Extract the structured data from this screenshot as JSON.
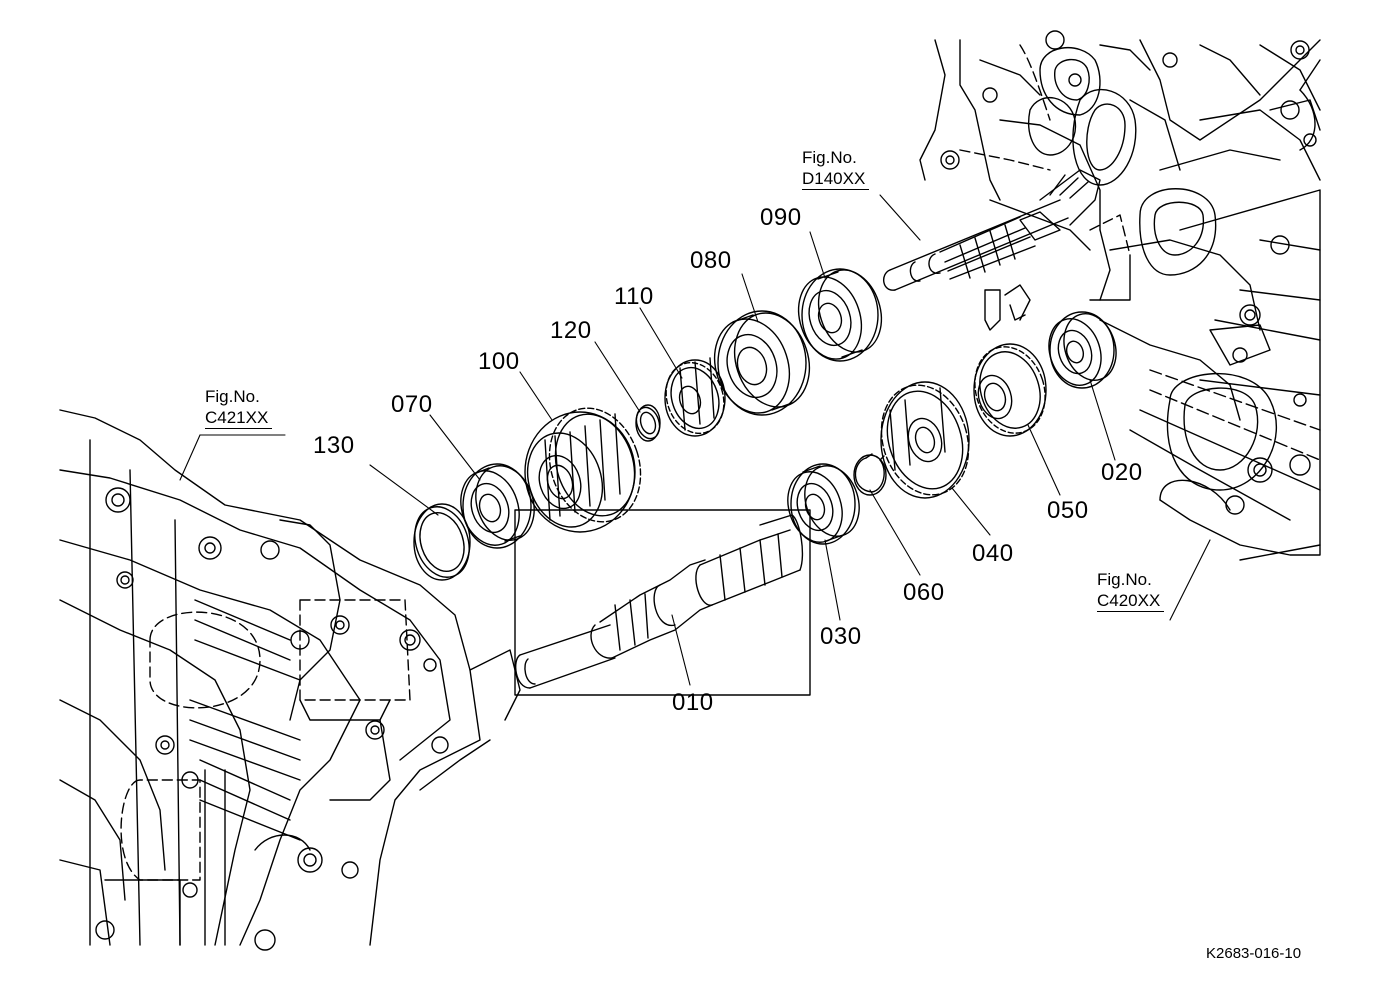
{
  "diagram": {
    "document_id": "K2683-016-10",
    "fig_refs": [
      {
        "id": "c421",
        "title": "Fig.No.",
        "code": "C421XX"
      },
      {
        "id": "d140",
        "title": "Fig.No.",
        "code": "D140XX"
      },
      {
        "id": "c420",
        "title": "Fig.No.",
        "code": "C420XX"
      }
    ],
    "parts": [
      {
        "id": "p010",
        "label": "010"
      },
      {
        "id": "p020",
        "label": "020"
      },
      {
        "id": "p030",
        "label": "030"
      },
      {
        "id": "p040",
        "label": "040"
      },
      {
        "id": "p050",
        "label": "050"
      },
      {
        "id": "p060",
        "label": "060"
      },
      {
        "id": "p070",
        "label": "070"
      },
      {
        "id": "p080",
        "label": "080"
      },
      {
        "id": "p090",
        "label": "090"
      },
      {
        "id": "p100",
        "label": "100"
      },
      {
        "id": "p110",
        "label": "110"
      },
      {
        "id": "p120",
        "label": "120"
      },
      {
        "id": "p130",
        "label": "130"
      }
    ]
  }
}
